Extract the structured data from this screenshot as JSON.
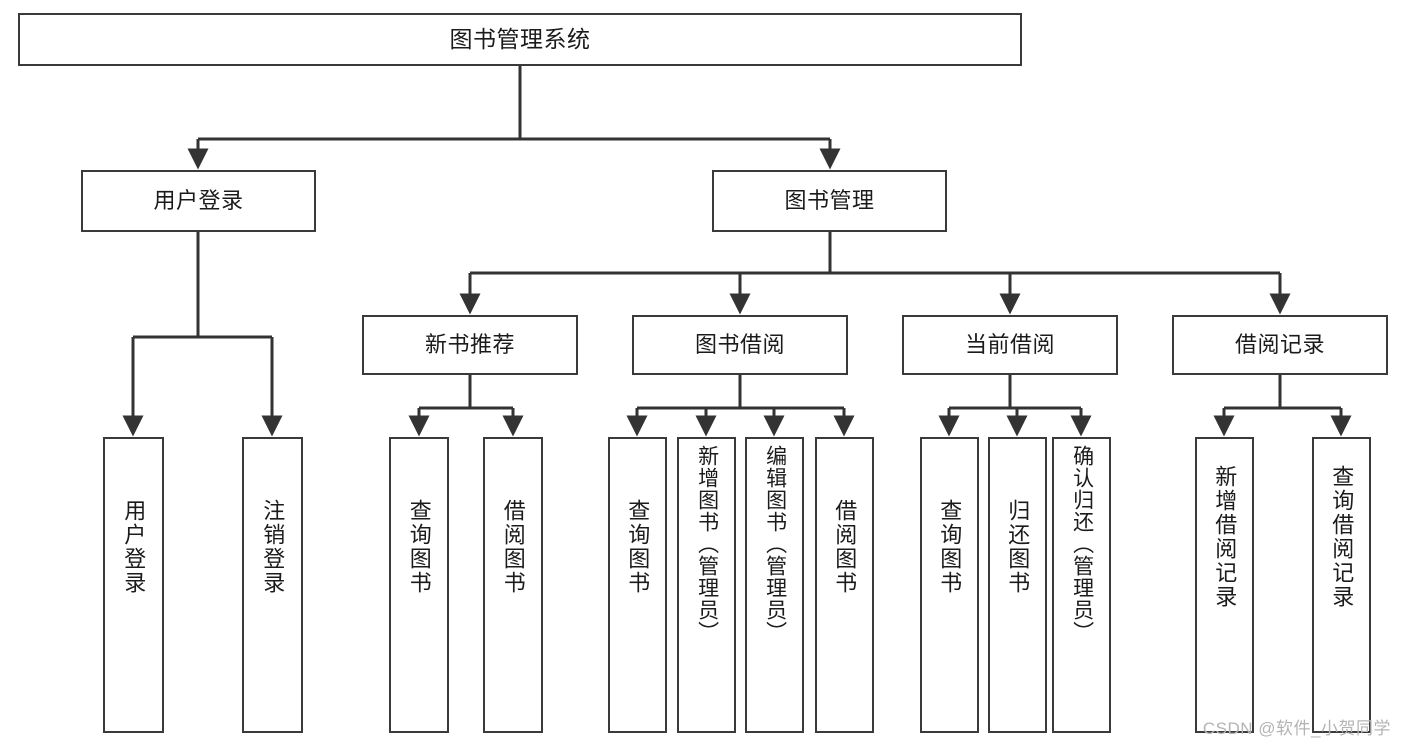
{
  "diagram": {
    "type": "tree-hierarchy-chart",
    "title": "图书管理系统",
    "watermark": "CSDN @软件_小贺同学",
    "colors": {
      "box_border": "#3a3a3a",
      "box_fill": "#ffffff",
      "connector": "#333333",
      "text": "#1b1b1b",
      "watermark": "#b4b4b4",
      "background": "#ffffff"
    },
    "root": {
      "label": "图书管理系统"
    },
    "level2": [
      {
        "label": "用户登录"
      },
      {
        "label": "图书管理"
      }
    ],
    "level3": [
      {
        "label": "新书推荐"
      },
      {
        "label": "图书借阅"
      },
      {
        "label": "当前借阅"
      },
      {
        "label": "借阅记录"
      }
    ],
    "leaves": {
      "user_login": [
        {
          "label": "用户登录"
        },
        {
          "label": "注销登录"
        }
      ],
      "new_book_recommend": [
        {
          "label": "查询图书"
        },
        {
          "label": "借阅图书"
        }
      ],
      "book_borrow": [
        {
          "label": "查询图书"
        },
        {
          "label": "新增图书（管理员）"
        },
        {
          "label": "编辑图书（管理员）"
        },
        {
          "label": "借阅图书"
        }
      ],
      "current_borrow": [
        {
          "label": "查询图书"
        },
        {
          "label": "归还图书"
        },
        {
          "label": "确认归还（管理员）"
        }
      ],
      "borrow_record": [
        {
          "label": "新增借阅记录"
        },
        {
          "label": "查询借阅记录"
        }
      ]
    }
  }
}
